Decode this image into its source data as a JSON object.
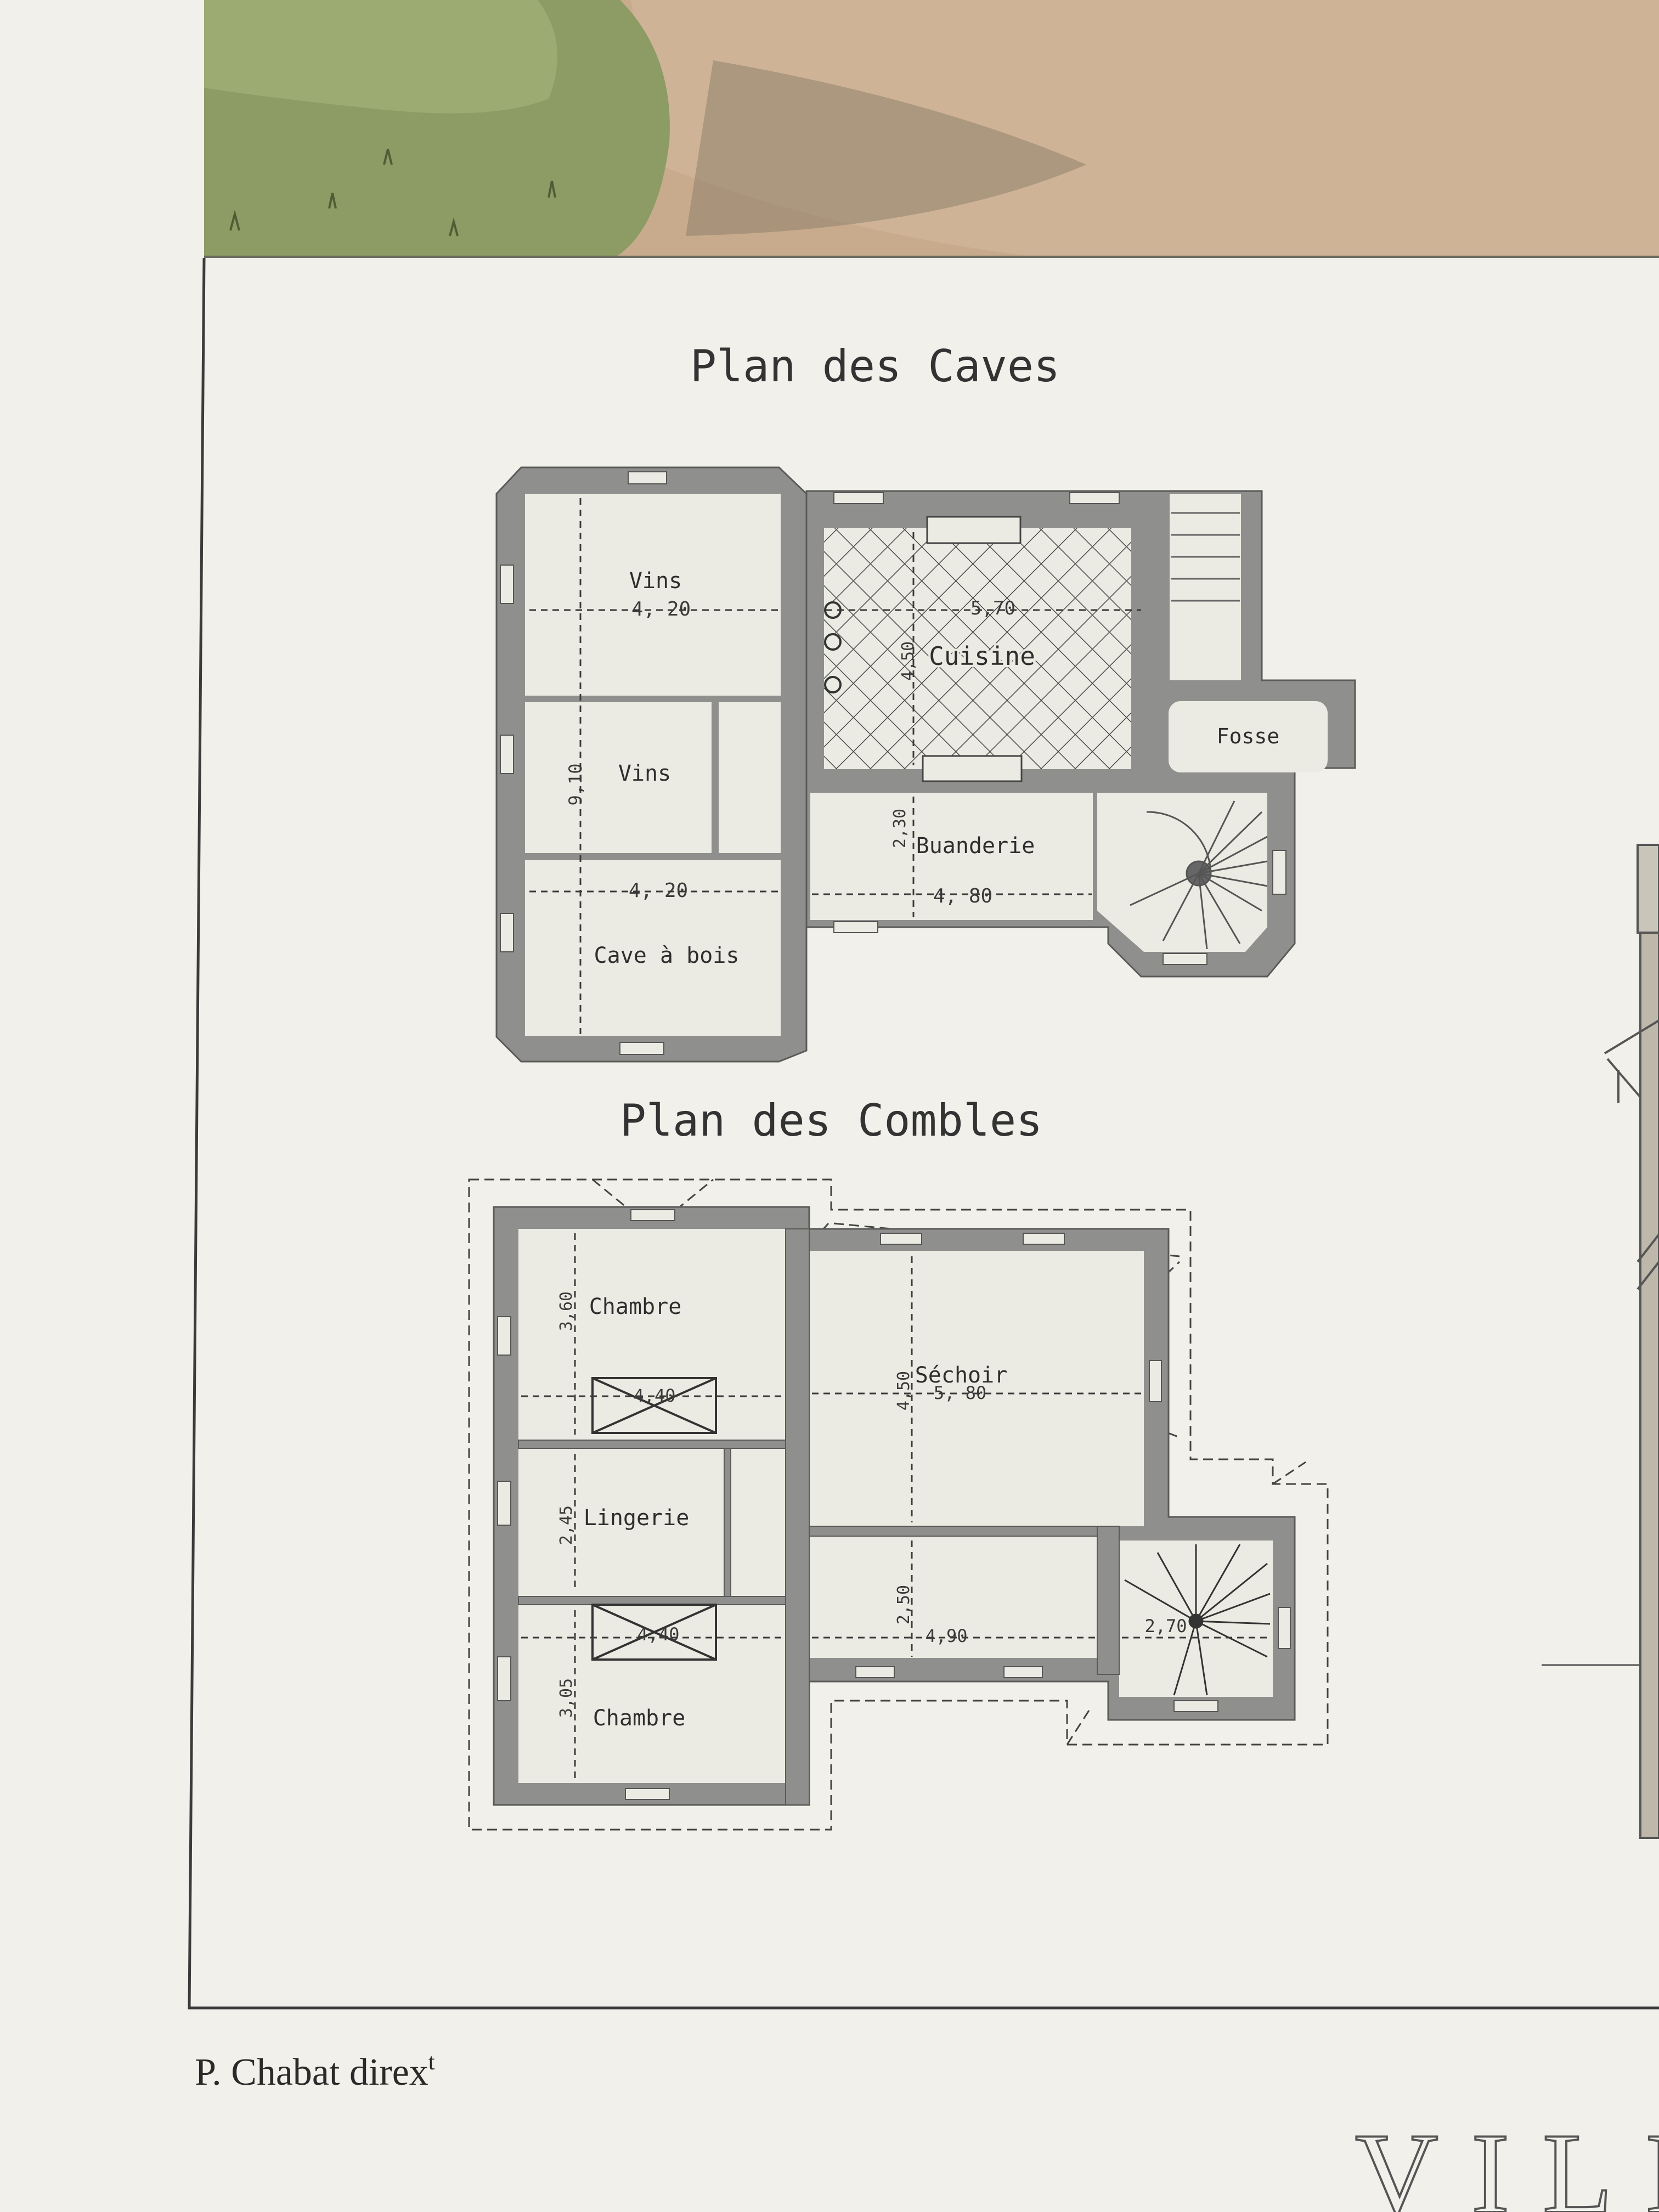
{
  "plan_caves": {
    "title": "Plan des Caves",
    "rooms": {
      "vins_top": "Vins",
      "vins_small": "Vins",
      "cave_a_bois": "Cave à bois",
      "cuisine": "Cuisine",
      "fosse": "Fosse",
      "buanderie": "Buanderie"
    },
    "dimensions": {
      "vins_width": "4, 20",
      "cave_width": "4, 20",
      "total_depth": "9,10",
      "cuisine_width": "5,70",
      "cuisine_depth": "4,50",
      "buanderie_width": "4, 80",
      "buanderie_depth": "2,30"
    }
  },
  "plan_combles": {
    "title": "Plan des Combles",
    "rooms": {
      "chambre_top": "Chambre",
      "lingerie": "Lingerie",
      "chambre_bottom": "Chambre",
      "sechoir": "Séchoir"
    },
    "dimensions": {
      "chambre_top_depth": "3,60",
      "chambre_top_width": "4,40",
      "lingerie_depth": "2,45",
      "chambre_bottom_width": "4,40",
      "chambre_bottom_depth": "3,05",
      "sechoir_depth": "4,50",
      "sechoir_width": "5, 80",
      "lower_depth": "2,50",
      "lower_width": "4,90",
      "stair_width": "2,70"
    }
  },
  "footer": {
    "credit": "P. Chabat direx",
    "credit_sup": "t",
    "villa_fragment": "VILLA"
  }
}
